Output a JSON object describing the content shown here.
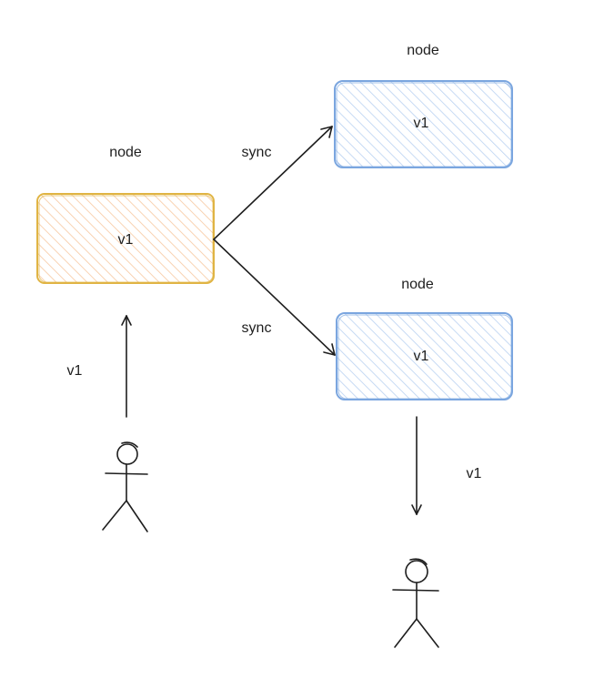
{
  "colors": {
    "stroke": "#1e1e1e",
    "source_node_stroke": "#e0b443",
    "source_node_hatch": "#f7c8a0",
    "replica_node_stroke": "#7ba6df",
    "replica_node_hatch": "#b9d1f1",
    "background": "#ffffff"
  },
  "nodes": [
    {
      "id": "source",
      "label": "node",
      "value": "v1"
    },
    {
      "id": "replica-top",
      "label": "node",
      "value": "v1"
    },
    {
      "id": "replica-bottom",
      "label": "node",
      "value": "v1"
    }
  ],
  "edges": [
    {
      "from": "source",
      "to": "replica-top",
      "label": "sync"
    },
    {
      "from": "source",
      "to": "replica-bottom",
      "label": "sync"
    }
  ],
  "flows": {
    "write": {
      "label": "v1"
    },
    "read": {
      "label": "v1"
    }
  },
  "actors": [
    {
      "id": "writer",
      "icon": "stick-figure-icon"
    },
    {
      "id": "reader",
      "icon": "stick-figure-icon"
    }
  ]
}
